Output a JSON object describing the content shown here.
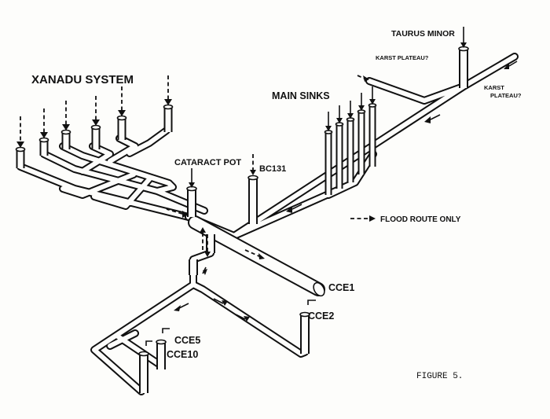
{
  "labels": {
    "xanadu": "XANADU SYSTEM",
    "taurus": "TAURUS MINOR",
    "karst1": "KARST PLATEAU?",
    "karst2": "KARST\nPLATEAU?",
    "main_sinks": "MAIN SINKS",
    "cataract": "CATARACT POT",
    "bc131": "BC131",
    "flood": "FLOOD ROUTE ONLY",
    "cce1": "CCE1",
    "cce2": "CCE2",
    "cce5": "CCE5",
    "cce10": "CCE10",
    "figure": "FIGURE 5."
  }
}
